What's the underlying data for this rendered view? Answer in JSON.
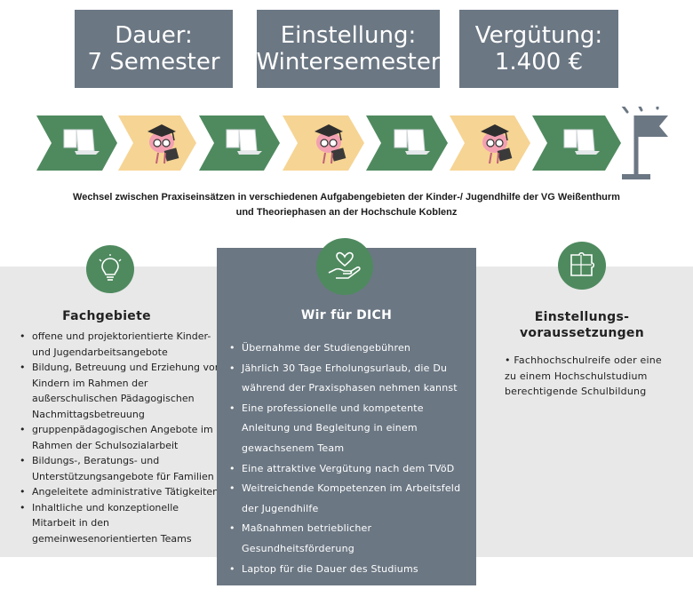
{
  "top_boxes": [
    {
      "line1": "Dauer:",
      "line2": "7 Semester"
    },
    {
      "line1": "Einstellung:",
      "line2": "Wintersemester"
    },
    {
      "line1": "Vergütung:",
      "line2": "1.400 €"
    }
  ],
  "timeline": {
    "phases": [
      "praxis",
      "theorie",
      "praxis",
      "theorie",
      "praxis",
      "theorie",
      "praxis"
    ],
    "colors": {
      "praxis": "#4f8a5f",
      "theorie": "#f6d493",
      "flag": "#6b7783"
    }
  },
  "caption": {
    "line1": "Wechsel zwischen Praxiseinsätzen in verschiedenen Aufgabengebieten der Kinder-/ Jugendhilfe der VG Weißenthurm",
    "line2": "und Theoriephasen an der Hochschule Koblenz"
  },
  "left": {
    "icon": "lightbulb-icon",
    "heading": "Fachgebiete",
    "items": [
      "offene und projektorientierte Kinder- und Jugendarbeitsangebote",
      "Bildung, Betreuung und Erziehung von Kindern im Rahmen der außerschulischen Pädagogischen Nachmittagsbetreuung",
      "gruppenpädagogischen Angebote im Rahmen der Schulsozialarbeit",
      "Bildungs-, Beratungs- und Unterstützungsangebote für Familien",
      "Angeleitete administrative Tätigkeiten",
      "Inhaltliche und konzeptionelle Mitarbeit in den gemeinwesenorientierten Teams"
    ]
  },
  "middle": {
    "icon": "heart-hand-icon",
    "heading": "Wir für DICH",
    "items": [
      "Übernahme der Studiengebühren",
      "Jährlich 30 Tage Erholungsurlaub, die Du während der Praxisphasen nehmen kannst",
      "Eine professionelle und kompetente Anleitung und Begleitung in einem gewachsenem Team",
      "Eine attraktive Vergütung nach dem TVöD",
      "Weitreichende Kompetenzen im Arbeitsfeld der Jugendhilfe",
      "Maßnahmen betrieblicher Gesundheitsförderung",
      "Laptop für die Dauer des Studiums"
    ]
  },
  "right": {
    "icon": "puzzle-icon",
    "heading_line1": "Einstellungs-",
    "heading_line2": "voraussetzungen",
    "items": [
      "• Fachhochschulreife oder eine zu einem Hochschulstudium berechtigende Schulbildung"
    ]
  },
  "colors": {
    "slate": "#6b7783",
    "green": "#4f8a5f",
    "band": "#e8e8e8",
    "yellow": "#f6d493"
  }
}
